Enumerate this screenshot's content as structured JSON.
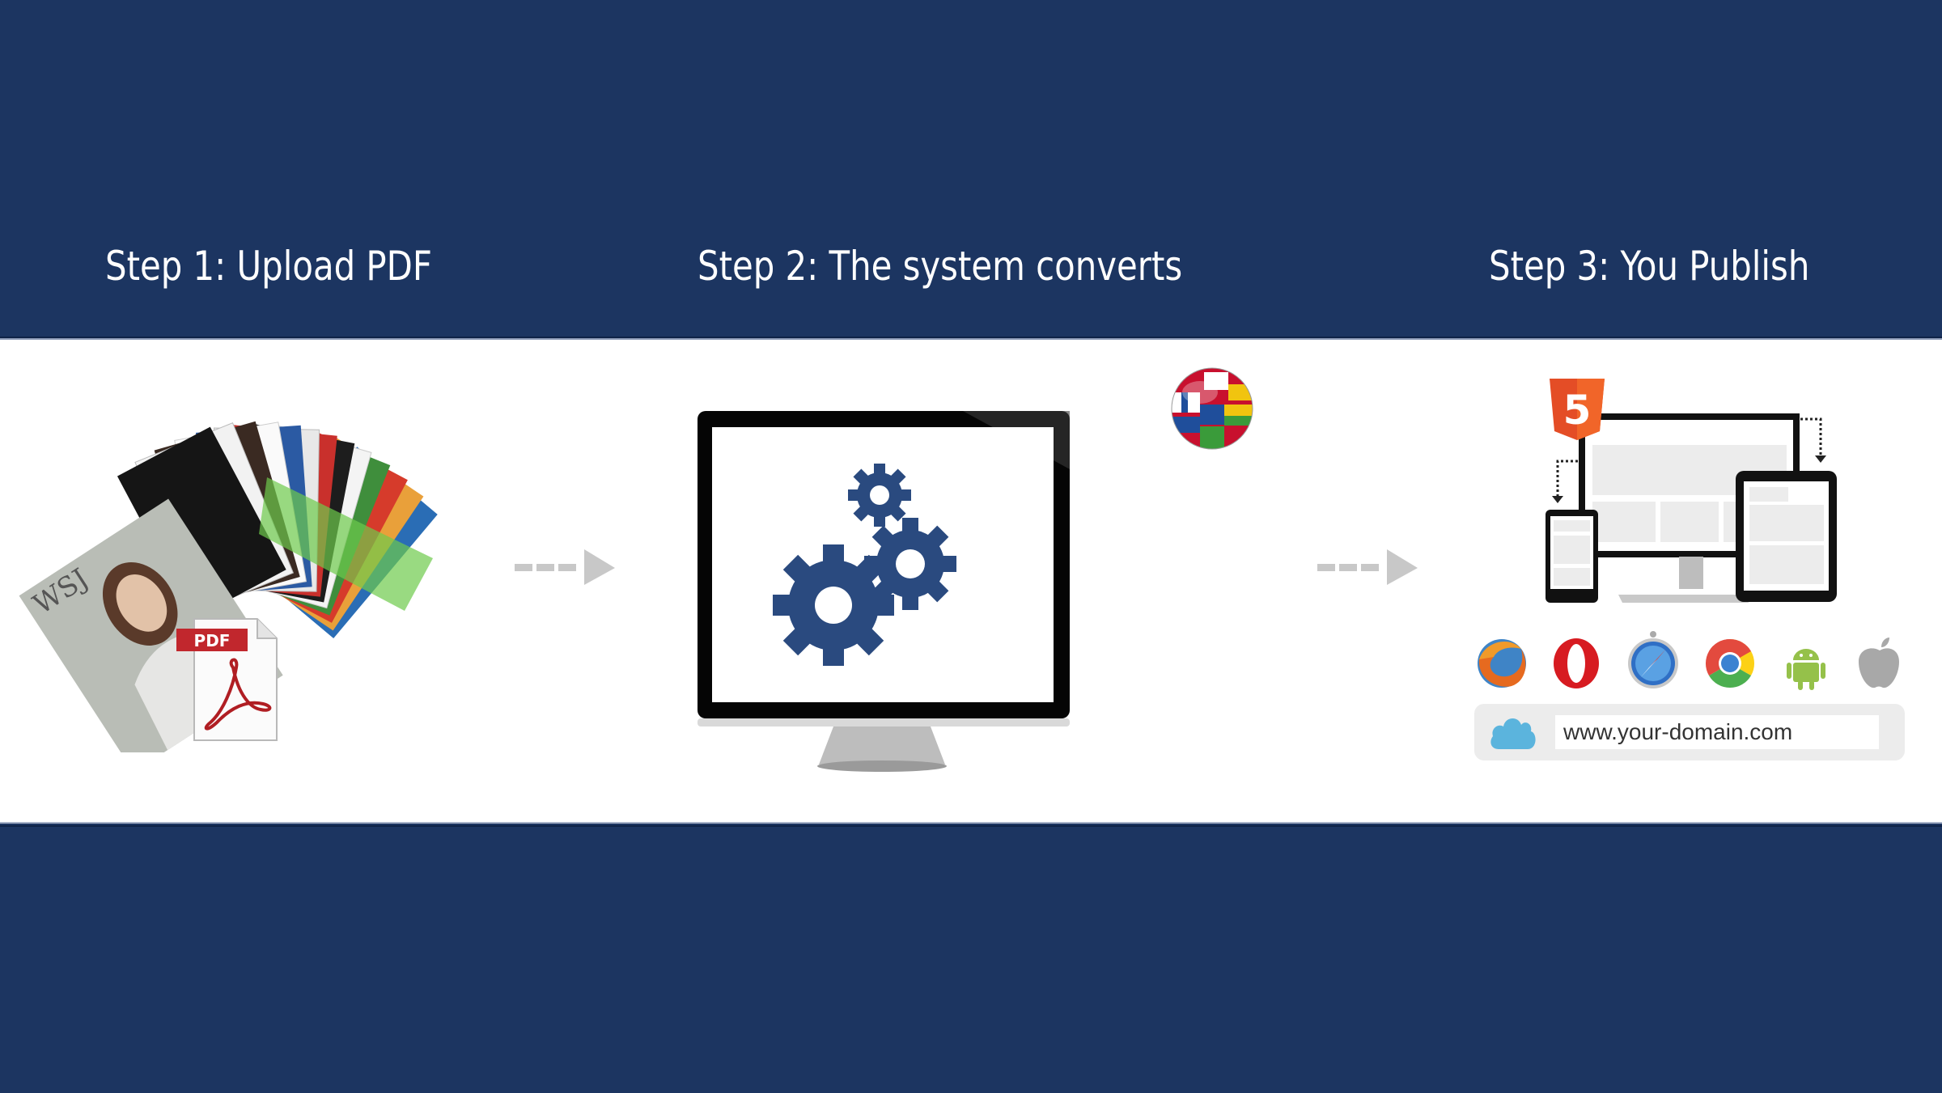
{
  "steps": [
    {
      "title": "Step 1: Upload PDF",
      "illustration": "magazine-stack-with-pdf-icon",
      "pdf_badge": "PDF"
    },
    {
      "title": "Step 2: The system converts",
      "illustration": "monitor-with-gears",
      "badge": "flags-globe"
    },
    {
      "title": "Step 3: You Publish",
      "illustration": "responsive-devices-html5",
      "badge": "HTML5"
    }
  ],
  "html5_label": "5",
  "platform_icons": [
    "firefox-icon",
    "opera-icon",
    "safari-icon",
    "chrome-icon",
    "android-icon",
    "apple-icon"
  ],
  "publish_url": "www.your-domain.com",
  "colors": {
    "banner": "#1c3561",
    "gear": "#2a4a7f",
    "pdf_red": "#c1272d",
    "html5_orange": "#e44d26",
    "arrow_gray": "#c8c8c8",
    "cloud_blue": "#5bb4dd"
  }
}
